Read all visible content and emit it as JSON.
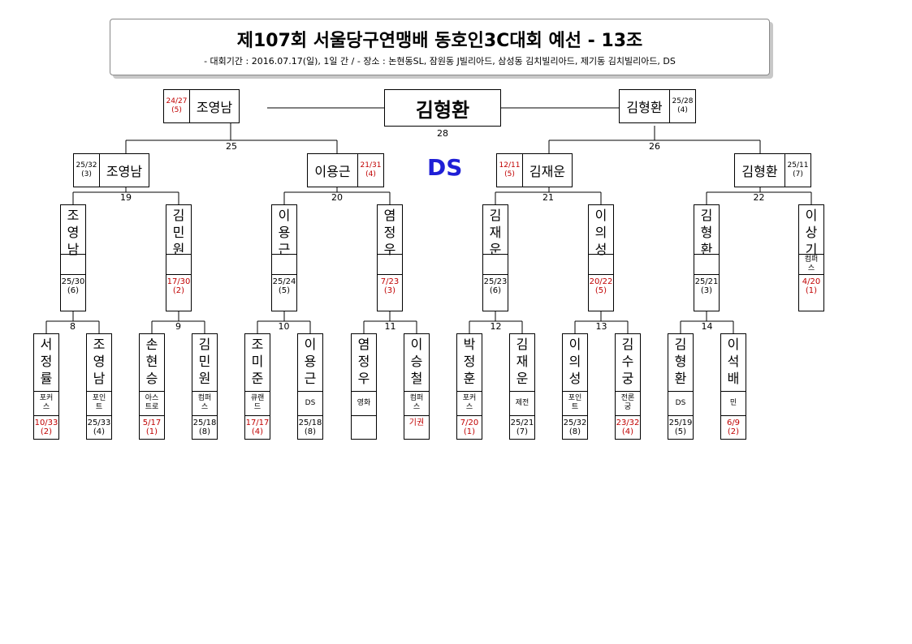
{
  "header": {
    "title": "제107회 서울당구연맹배 동호인3C대회 예선 - 13조",
    "subtitle": "- 대회기간 : 2016.07.17(일), 1일 간 / - 장소 : 논현동SL, 잠원동 J빌리아드, 삼성동 김치빌리아드, 제기동 김치빌리아드, DS"
  },
  "venue_label": "DS",
  "champion": "김형환",
  "final": {
    "number": "28",
    "left": {
      "name": "조영남",
      "score": "24/27",
      "rank": "(5)",
      "red": true
    },
    "right": {
      "name": "김형환",
      "score": "25/28",
      "rank": "(4)",
      "red": false
    }
  },
  "semis": [
    {
      "number": "25",
      "a": {
        "name": "조영남",
        "score": "25/32",
        "rank": "(3)",
        "red": false
      },
      "b": {
        "name": "이용근",
        "score": "21/31",
        "rank": "(4)",
        "red": true
      }
    },
    {
      "number": "26",
      "a": {
        "name": "김재운",
        "score": "12/11",
        "rank": "(5)",
        "red": true
      },
      "b": {
        "name": "김형환",
        "score": "25/11",
        "rank": "(7)",
        "red": false
      }
    }
  ],
  "quarters": [
    {
      "number": "19",
      "a": {
        "name": "조영남",
        "club": "",
        "score": "25/30",
        "rank": "(6)",
        "red": false
      },
      "b": {
        "name": "김민원",
        "club": "",
        "score": "17/30",
        "rank": "(2)",
        "red": true
      }
    },
    {
      "number": "20",
      "a": {
        "name": "이용근",
        "club": "",
        "score": "25/24",
        "rank": "(5)",
        "red": false
      },
      "b": {
        "name": "염정우",
        "club": "",
        "score": "7/23",
        "rank": "(3)",
        "red": true
      }
    },
    {
      "number": "21",
      "a": {
        "name": "김재운",
        "club": "",
        "score": "25/23",
        "rank": "(6)",
        "red": false
      },
      "b": {
        "name": "이의성",
        "club": "",
        "score": "20/22",
        "rank": "(5)",
        "red": true
      }
    },
    {
      "number": "22",
      "a": {
        "name": "김형환",
        "club": "",
        "score": "25/21",
        "rank": "(3)",
        "red": false
      },
      "b": {
        "name": "이상기",
        "club": "컴퍼스",
        "score": "4/20",
        "rank": "(1)",
        "red": true
      }
    }
  ],
  "round1": [
    {
      "number": "8",
      "a": {
        "name": "서정률",
        "club": "포커스",
        "score": "10/33",
        "rank": "(2)",
        "red": true
      },
      "b": {
        "name": "조영남",
        "club": "포인트",
        "score": "25/33",
        "rank": "(4)",
        "red": false
      }
    },
    {
      "number": "9",
      "a": {
        "name": "손현승",
        "club": "아스트로",
        "score": "5/17",
        "rank": "(1)",
        "red": true
      },
      "b": {
        "name": "김민원",
        "club": "컴퍼스",
        "score": "25/18",
        "rank": "(8)",
        "red": false
      }
    },
    {
      "number": "10",
      "a": {
        "name": "조미준",
        "club": "큐랜드",
        "score": "17/17",
        "rank": "(4)",
        "red": true
      },
      "b": {
        "name": "이용근",
        "club": "DS",
        "score": "25/18",
        "rank": "(8)",
        "red": false
      }
    },
    {
      "number": "11",
      "a": {
        "name": "염정우",
        "club": "영화",
        "score": "",
        "rank": "",
        "red": false
      },
      "b": {
        "name": "이승철",
        "club": "컴퍼스",
        "score": "기권",
        "rank": "",
        "red": true
      }
    },
    {
      "number": "12",
      "a": {
        "name": "박정훈",
        "club": "포커스",
        "score": "7/20",
        "rank": "(1)",
        "red": true
      },
      "b": {
        "name": "김재운",
        "club": "제전",
        "score": "25/21",
        "rank": "(7)",
        "red": false
      }
    },
    {
      "number": "13",
      "a": {
        "name": "이의성",
        "club": "포인트",
        "score": "25/32",
        "rank": "(8)",
        "red": false
      },
      "b": {
        "name": "김수궁",
        "club": "전론궁",
        "score": "23/32",
        "rank": "(4)",
        "red": true
      }
    },
    {
      "number": "14",
      "a": {
        "name": "김형환",
        "club": "DS",
        "score": "25/19",
        "rank": "(5)",
        "red": false
      },
      "b": {
        "name": "이석배",
        "club": "민",
        "score": "6/9",
        "rank": "(2)",
        "red": true
      }
    }
  ]
}
